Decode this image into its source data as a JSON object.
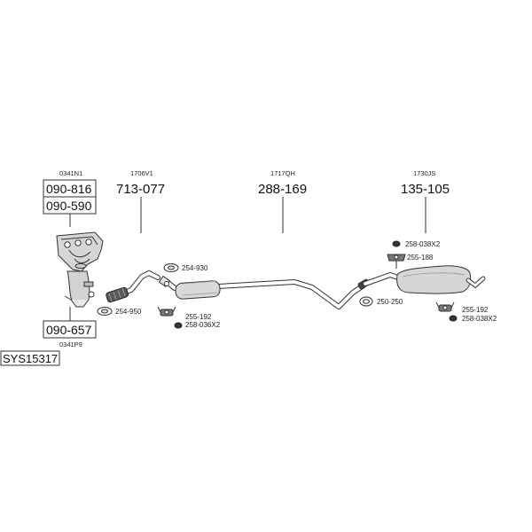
{
  "system_code": "SYS15317",
  "groups": {
    "manifold": {
      "code": "0341N1",
      "part_a": "090-816",
      "part_b": "090-590"
    },
    "cat_bottom": {
      "part": "090-657",
      "code": "0341P9"
    },
    "front_pipe": {
      "code": "1706V1",
      "part": "713-077"
    },
    "center": {
      "code": "1717QH",
      "part": "288-169"
    },
    "rear": {
      "code": "1730JS",
      "part": "135-105"
    }
  },
  "refs": {
    "r254_950": "254-950",
    "r254_930": "254-930",
    "r255_192_a": "255-192",
    "r258_036x2_a": "258-036X2",
    "r250_250": "250-250",
    "r258_038x2_a": "258-038X2",
    "r255_188": "255-188",
    "r255_192_b": "255-192",
    "r258_038x2_b": "258-038X2"
  }
}
